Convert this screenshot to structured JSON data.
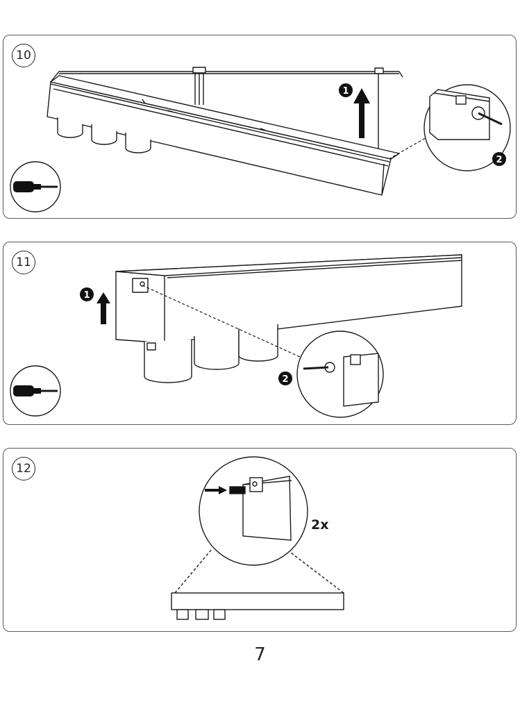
{
  "steps": [
    {
      "number": "10",
      "callouts": [
        "1",
        "2"
      ]
    },
    {
      "number": "11",
      "callouts": [
        "1",
        "2"
      ]
    },
    {
      "number": "12",
      "multiplier": "2x"
    }
  ],
  "page_number": "7",
  "colors": {
    "line": "#1a1a1a",
    "frame": "#5a5a5a",
    "background": "#ffffff"
  },
  "icons": [
    "screwdriver-icon",
    "arrow-up-icon",
    "screw-icon",
    "dashed-leader-line"
  ]
}
